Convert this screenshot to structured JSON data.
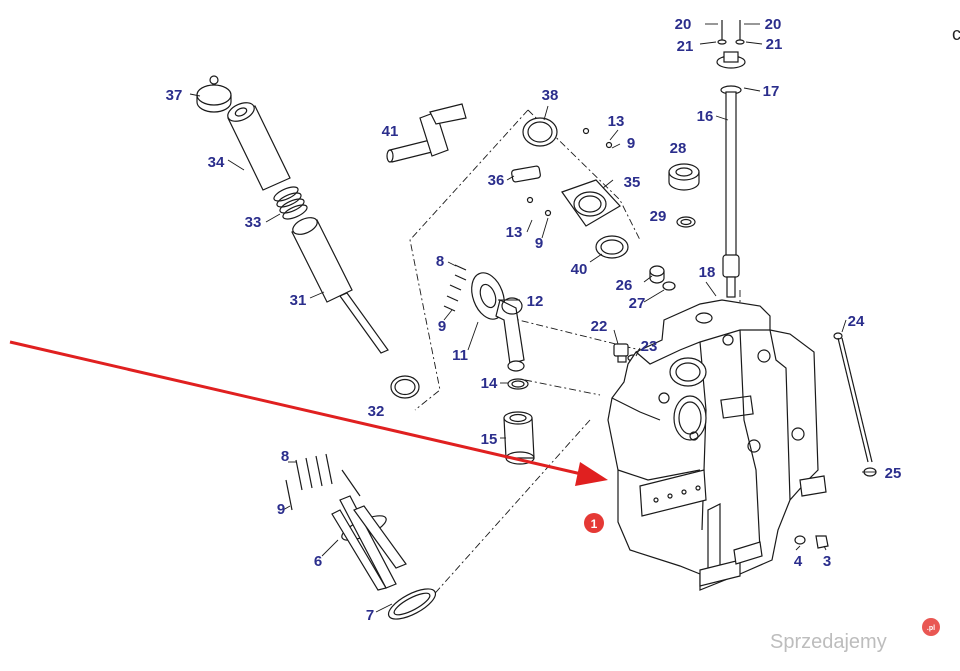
{
  "labels": {
    "l20a": "20",
    "l20b": "20",
    "l21a": "21",
    "l21b": "21",
    "l17": "17",
    "l16": "16",
    "l28": "28",
    "l29": "29",
    "l18": "18",
    "l37": "37",
    "l34": "34",
    "l33": "33",
    "l31": "31",
    "l32": "32",
    "l41": "41",
    "l38": "38",
    "l13a": "13",
    "l9a": "9",
    "l36": "36",
    "l35": "35",
    "l13b": "13",
    "l9b": "9",
    "l40": "40",
    "l26": "26",
    "l27": "27",
    "l8a": "8",
    "l12": "12",
    "l9c": "9",
    "l11": "11",
    "l22": "22",
    "l23": "23",
    "l24": "24",
    "l14": "14",
    "l15": "15",
    "l25": "25",
    "l8b": "8",
    "l9d": "9",
    "l6": "6",
    "l7": "7",
    "l4": "4",
    "l3": "3"
  },
  "badge": {
    "number": "1",
    "color": "#e53935"
  },
  "arrow": {
    "color": "#e02020"
  },
  "label_color": "#2b2e8c",
  "watermark": {
    "text": "Sprzedajemy",
    "tld": ".pl",
    "color": "#e53935"
  },
  "corner_text": "c"
}
